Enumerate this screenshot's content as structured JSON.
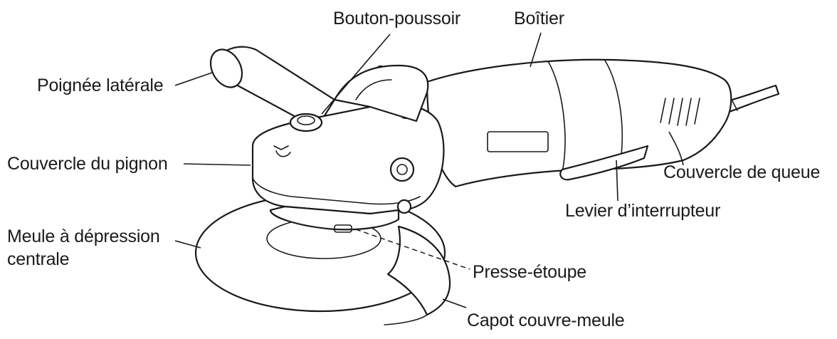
{
  "labels": {
    "push_button": "Bouton-poussoir",
    "housing": "Boîtier",
    "side_handle": "Poignée latérale",
    "gear_cover": "Couvercle du pignon",
    "tail_cover": "Couvercle de queue",
    "switch_lever": "Levier d’interrupteur",
    "wheel_line1": "Meule à dépression",
    "wheel_line2": "centrale",
    "gland": "Presse-étoupe",
    "wheel_guard": "Capot couvre-meule"
  }
}
